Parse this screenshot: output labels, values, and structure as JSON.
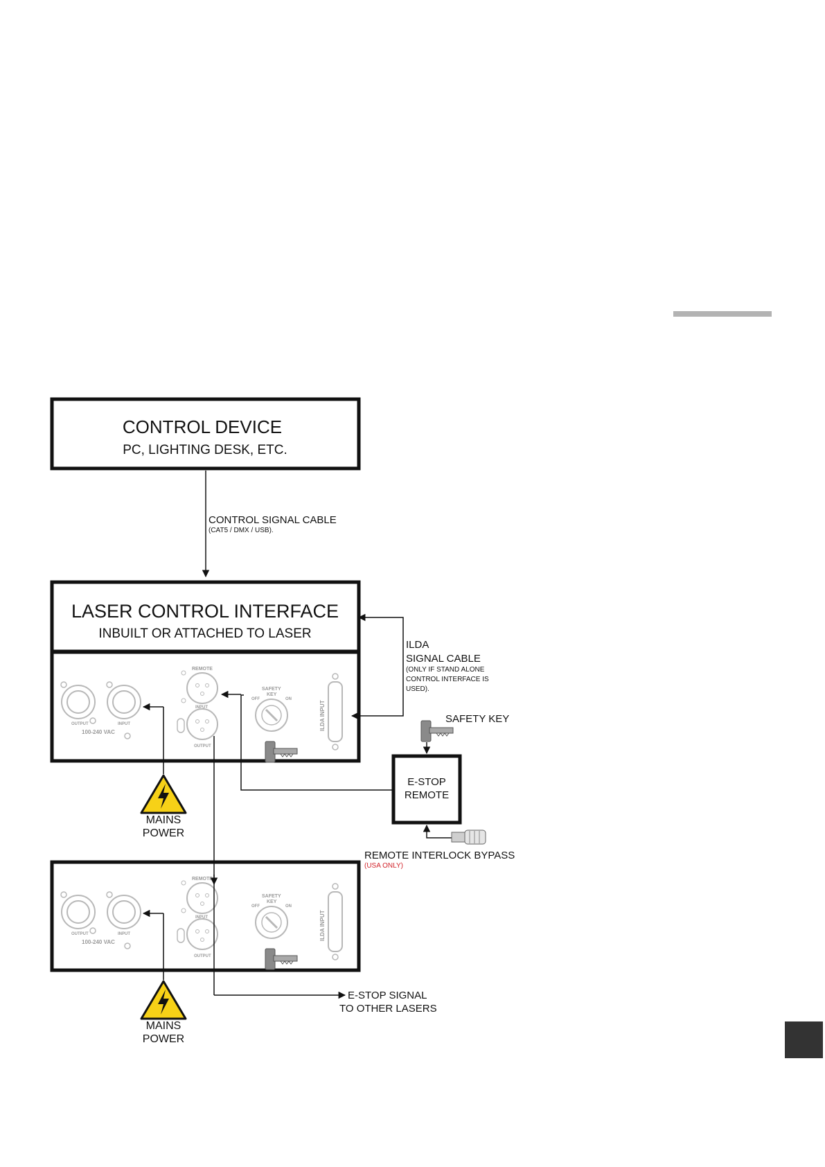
{
  "header_bar": {
    "color": "#b3b3b3"
  },
  "page_tab": {
    "color": "#333333"
  },
  "control_device": {
    "title": "CONTROL DEVICE",
    "subtitle": "PC, LIGHTING DESK, ETC."
  },
  "control_signal_cable": {
    "label": "CONTROL SIGNAL CABLE",
    "note": "(CAT5 / DMX / USB)."
  },
  "laser_control_interface": {
    "title": "LASER CONTROL INTERFACE",
    "subtitle": "INBUILT OR ATTACHED TO LASER"
  },
  "ilda_cable": {
    "line1": "ILDA",
    "line2": "SIGNAL CABLE",
    "note1": "(ONLY IF STAND ALONE",
    "note2": "CONTROL INTERFACE IS",
    "note3": "USED)."
  },
  "safety_key": {
    "label": "SAFETY KEY"
  },
  "estop_remote": {
    "line1": "E-STOP",
    "line2": "REMOTE"
  },
  "remote_interlock": {
    "label": "REMOTE INTERLOCK BYPASS",
    "note": "(USA ONLY)",
    "note_color": "#d2232a"
  },
  "mains_power": {
    "line1": "MAINS",
    "line2": "POWER"
  },
  "estop_signal": {
    "line1": "E-STOP SIGNAL",
    "line2": "TO OTHER LASERS"
  },
  "panel_labels": {
    "output": "OUTPUT",
    "input": "INPUT",
    "voltage": "100-240 VAC",
    "remote": "REMOTE",
    "safety_key_line1": "SAFETY",
    "safety_key_line2": "KEY",
    "off": "OFF",
    "on": "ON",
    "ilda_input": "ILDA INPUT",
    "dmx_input": "INPUT",
    "dmx_output": "OUTPUT"
  },
  "warning_color": "#f7d117"
}
